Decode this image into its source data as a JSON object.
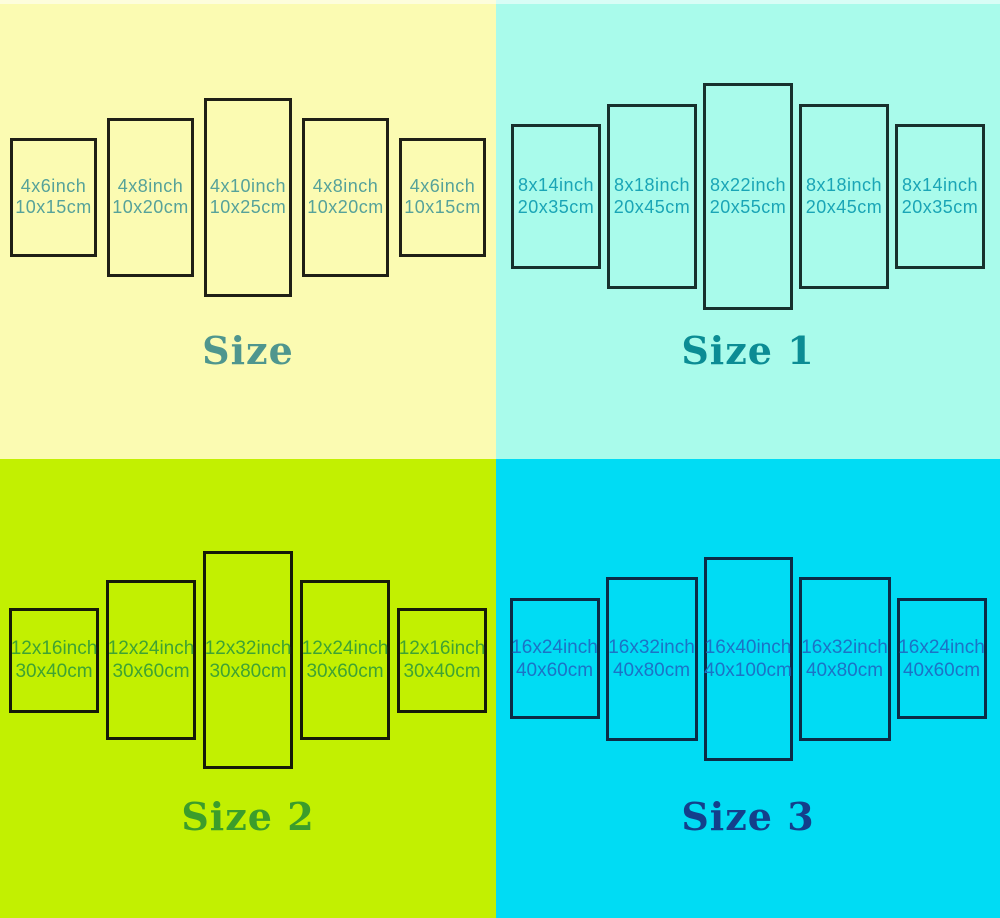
{
  "quadrants": [
    {
      "name": "size",
      "label": "Size",
      "colors": {
        "bg": "#FBFBB2",
        "border": "#1F1F16",
        "text": "#56A29A",
        "label": "#4F968E"
      },
      "panels": [
        {
          "inch": "4x6inch",
          "cm": "10x15cm"
        },
        {
          "inch": "4x8inch",
          "cm": "10x20cm"
        },
        {
          "inch": "4x10inch",
          "cm": "10x25cm"
        },
        {
          "inch": "4x8inch",
          "cm": "10x20cm"
        },
        {
          "inch": "4x6inch",
          "cm": "10x15cm"
        }
      ]
    },
    {
      "name": "size-1",
      "label": "Size 1",
      "colors": {
        "bg": "#A9FBEB",
        "border": "#17302D",
        "text": "#1AA5B6",
        "label": "#0B8C94"
      },
      "panels": [
        {
          "inch": "8x14inch",
          "cm": "20x35cm"
        },
        {
          "inch": "8x18inch",
          "cm": "20x45cm"
        },
        {
          "inch": "8x22inch",
          "cm": "20x55cm"
        },
        {
          "inch": "8x18inch",
          "cm": "20x45cm"
        },
        {
          "inch": "8x14inch",
          "cm": "20x35cm"
        }
      ]
    },
    {
      "name": "size-2",
      "label": "Size 2",
      "colors": {
        "bg": "#C2F001",
        "border": "#161A08",
        "text": "#3FA332",
        "label": "#3B9D2B"
      },
      "panels": [
        {
          "inch": "12x16inch",
          "cm": "30x40cm"
        },
        {
          "inch": "12x24inch",
          "cm": "30x60cm"
        },
        {
          "inch": "12x32inch",
          "cm": "30x80cm"
        },
        {
          "inch": "12x24inch",
          "cm": "30x60cm"
        },
        {
          "inch": "12x16inch",
          "cm": "30x40cm"
        }
      ]
    },
    {
      "name": "size-3",
      "label": "Size 3",
      "colors": {
        "bg": "#00DCF4",
        "border": "#0C2B46",
        "text": "#1B73C6",
        "label": "#133F8B"
      },
      "panels": [
        {
          "inch": "16x24inch",
          "cm": "40x60cm"
        },
        {
          "inch": "16x32inch",
          "cm": "40x80cm"
        },
        {
          "inch": "16x40inch",
          "cm": "40x100cm"
        },
        {
          "inch": "16x32inch",
          "cm": "40x80cm"
        },
        {
          "inch": "16x24inch",
          "cm": "40x60cm"
        }
      ]
    }
  ]
}
